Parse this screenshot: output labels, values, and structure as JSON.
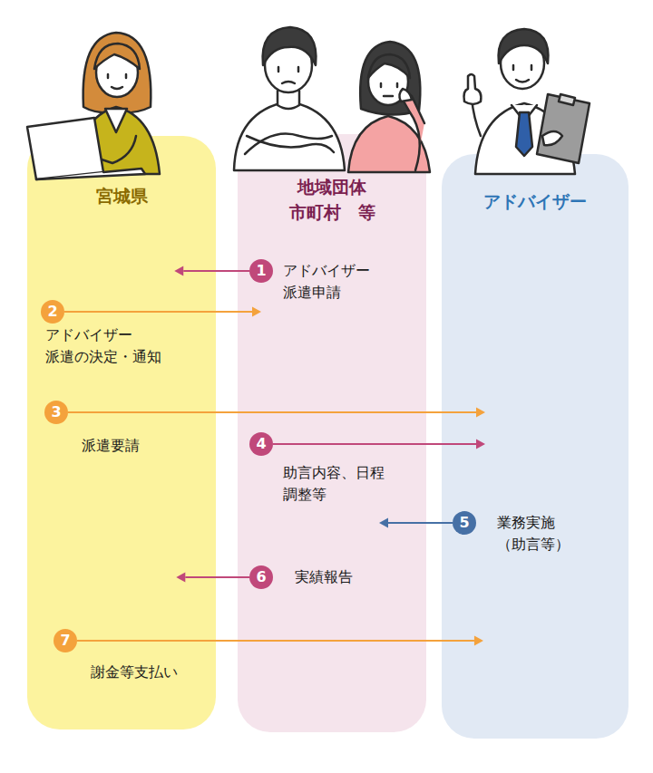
{
  "diagram": {
    "nodes": [
      {
        "text": [
          "宮城県"
        ]
      },
      {
        "text": [
          "地域団体 市町村　等"
        ]
      },
      {
        "text": [
          "アドバイザー"
        ]
      },
      {
        "text": [
          "1"
        ],
        "in": 1
      },
      {
        "text": [
          "2"
        ],
        "in": 0
      },
      {
        "text": [
          "3"
        ],
        "in": 0
      },
      {
        "text": [
          "4"
        ],
        "in": 1
      },
      {
        "text": [
          "5"
        ],
        "in": 2
      },
      {
        "text": [
          "6"
        ],
        "in": 1
      },
      {
        "text": [
          "7"
        ],
        "in": 0
      }
    ],
    "edges": [
      {
        "from": 3,
        "to": 0,
        "arrow": "to",
        "label": "アドバイザー 派遣申請"
      },
      {
        "from": 4,
        "to": 1,
        "arrow": "to",
        "label": "アドバイザー 派遣の決定・通知"
      },
      {
        "from": 5,
        "to": 2,
        "arrow": "to",
        "label": "派遣要請"
      },
      {
        "from": 6,
        "to": 2,
        "arrow": "to",
        "label": "助言内容、日程 調整等"
      },
      {
        "from": 7,
        "to": 1,
        "arrow": "to",
        "label": "業務実施 （助言等）"
      },
      {
        "from": 8,
        "to": 0,
        "arrow": "to",
        "label": "実績報告"
      },
      {
        "from": 9,
        "to": 2,
        "arrow": "to",
        "label": "謝金等支払い"
      }
    ]
  }
}
